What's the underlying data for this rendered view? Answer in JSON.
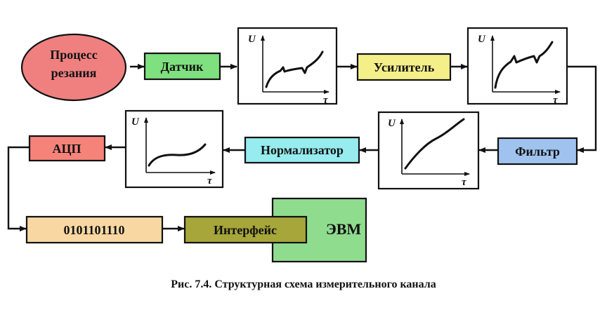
{
  "blocks": {
    "process": "Процесс резания",
    "sensor": "Датчик",
    "amplifier": "Усилитель",
    "filter": "Фильтр",
    "normalizer": "Нормализатор",
    "adc": "АЦП",
    "binary": "0101101110",
    "interface": "Интерфейс",
    "computer": "ЭВМ"
  },
  "graphs": {
    "y_axis": "U",
    "x_axis": "τ"
  },
  "caption": "Рис. 7.4. Структурная схема измерительного канала",
  "colors": {
    "process": "#f08080",
    "sensor": "#7ee07e",
    "amplifier": "#f5ef8a",
    "filter": "#9fc3ee",
    "normalizer": "#96ecee",
    "adc": "#f5837a",
    "binary": "#f8d7a2",
    "interface": "#a6a63a",
    "computer": "#8fdc8f"
  }
}
